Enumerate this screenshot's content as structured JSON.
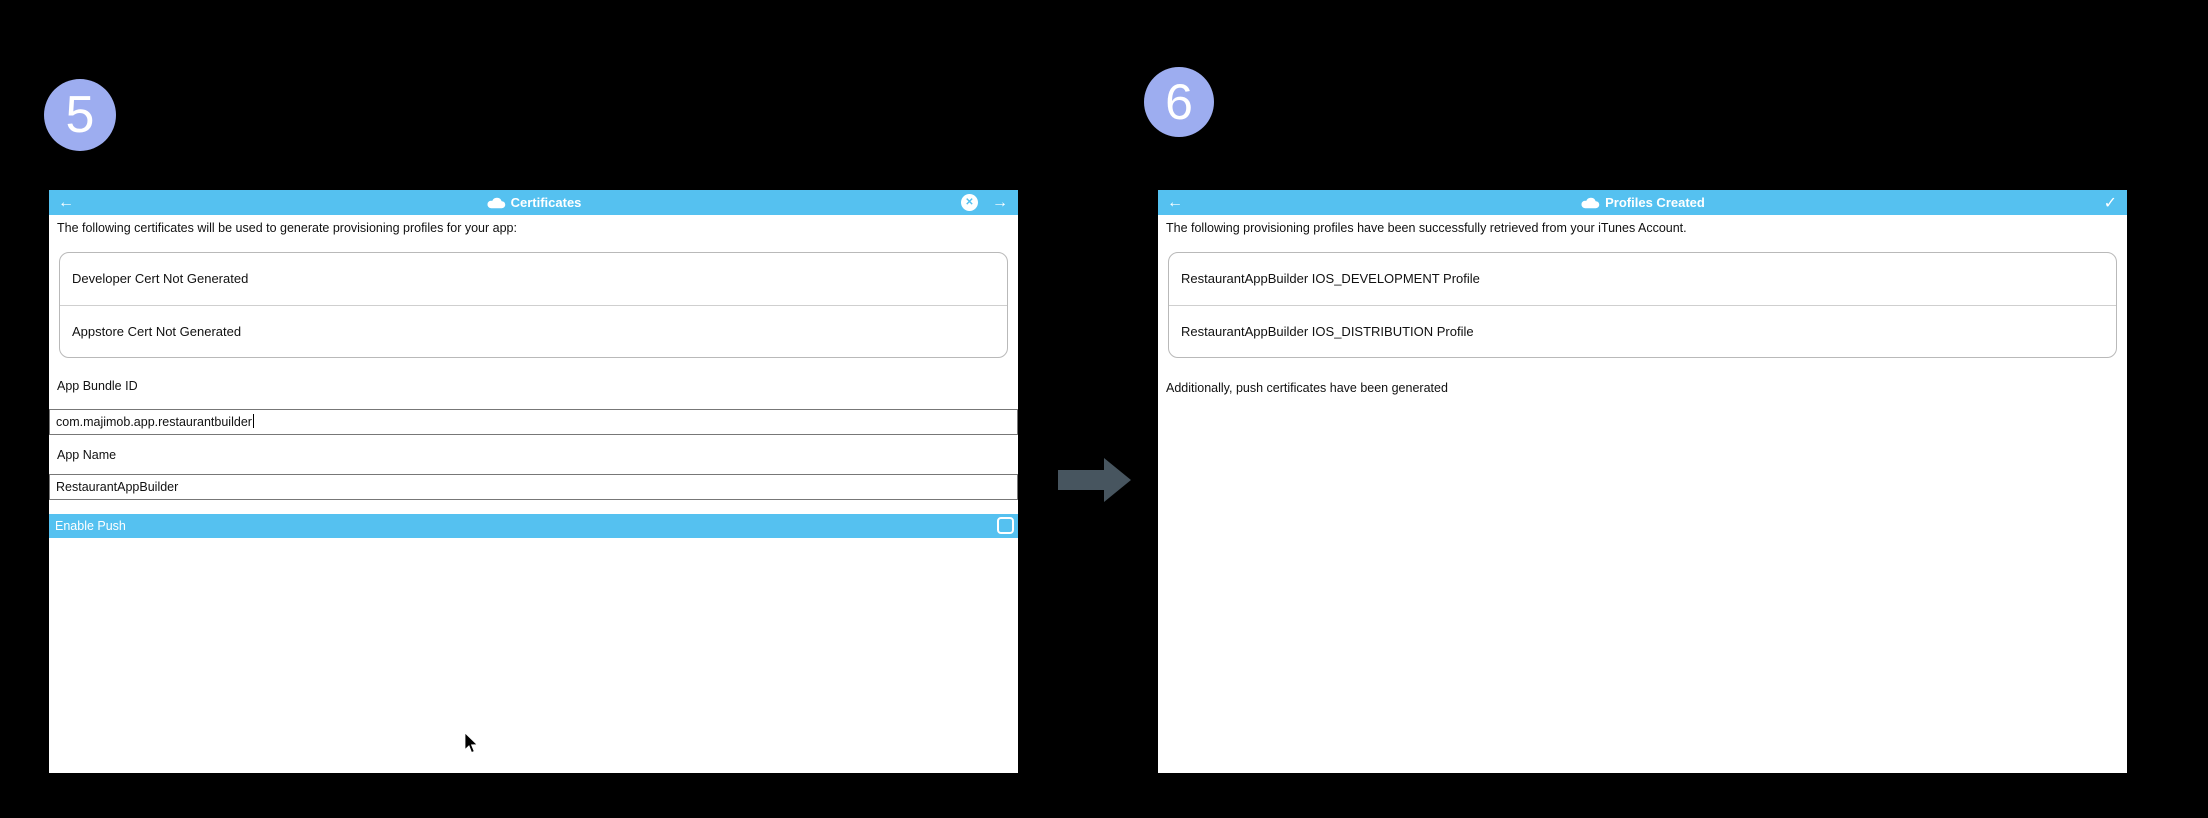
{
  "colors": {
    "header_blue": "#55c1f0",
    "highlight_blue": "#55c1f0",
    "badge_periwinkle": "#9dadf0",
    "flow_arrow_gray": "#47555f"
  },
  "step5": {
    "badge": "5",
    "header": {
      "back_glyph": "←",
      "title_icon": "cloud-icon",
      "title": "Certificates",
      "close_glyph": "✕",
      "next_glyph": "→"
    },
    "intro": "The following certificates will be used to generate provisioning profiles for your app:",
    "cert_list": [
      "Developer Cert Not Generated",
      "Appstore Cert Not Generated"
    ],
    "fields": [
      {
        "label": "App Bundle ID",
        "value": "com.majimob.app.restaurantbuilder"
      },
      {
        "label": "App Name",
        "value": "RestaurantAppBuilder"
      }
    ],
    "toggle_row": {
      "label": "Enable Push",
      "checked": "false"
    }
  },
  "step6": {
    "badge": "6",
    "header": {
      "back_glyph": "←",
      "title_icon": "cloud-icon",
      "title": "Profiles Created",
      "check_glyph": "✓"
    },
    "intro": "The following provisioning profiles have been successfully retrieved from your iTunes Account.",
    "profile_list": [
      "RestaurantAppBuilder IOS_DEVELOPMENT Profile",
      "RestaurantAppBuilder IOS_DISTRIBUTION Profile"
    ],
    "footnote": "Additionally, push certificates have been generated"
  }
}
